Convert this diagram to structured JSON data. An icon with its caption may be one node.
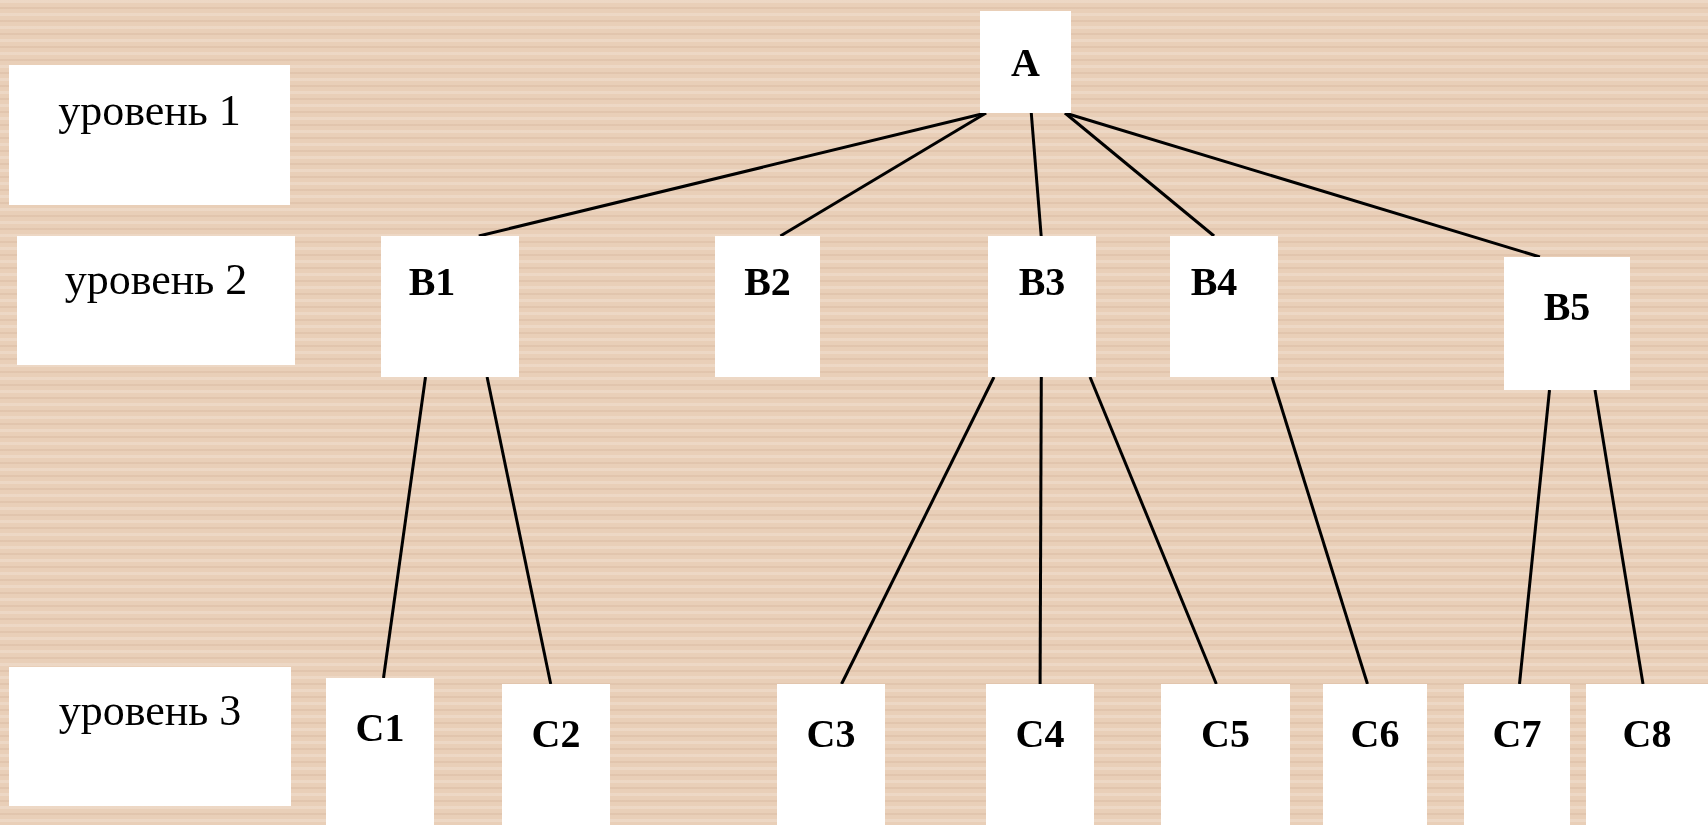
{
  "diagram": {
    "nodes": [
      {
        "text": [
          "уровень 1"
        ]
      },
      {
        "text": [
          "A"
        ]
      },
      {
        "text": [
          "уровень 2"
        ]
      },
      {
        "text": [
          "B1"
        ]
      },
      {
        "text": [
          "B2"
        ]
      },
      {
        "text": [
          "B3"
        ]
      },
      {
        "text": [
          "B4"
        ]
      },
      {
        "text": [
          "B5"
        ]
      },
      {
        "text": [
          "уровень 3"
        ]
      },
      {
        "text": [
          "C1"
        ]
      },
      {
        "text": [
          "C2"
        ]
      },
      {
        "text": [
          "C3"
        ]
      },
      {
        "text": [
          "C4"
        ]
      },
      {
        "text": [
          "C5"
        ]
      },
      {
        "text": [
          "C6"
        ]
      },
      {
        "text": [
          "C7"
        ]
      },
      {
        "text": [
          "C8"
        ]
      }
    ],
    "edges": [
      {
        "from": 1,
        "to": 3,
        "arrow": "none"
      },
      {
        "from": 1,
        "to": 4,
        "arrow": "none"
      },
      {
        "from": 1,
        "to": 5,
        "arrow": "none"
      },
      {
        "from": 1,
        "to": 6,
        "arrow": "none"
      },
      {
        "from": 1,
        "to": 7,
        "arrow": "none"
      },
      {
        "from": 3,
        "to": 9,
        "arrow": "none"
      },
      {
        "from": 3,
        "to": 10,
        "arrow": "none"
      },
      {
        "from": 5,
        "to": 11,
        "arrow": "none"
      },
      {
        "from": 5,
        "to": 12,
        "arrow": "none"
      },
      {
        "from": 5,
        "to": 13,
        "arrow": "none"
      },
      {
        "from": 6,
        "to": 14,
        "arrow": "none"
      },
      {
        "from": 7,
        "to": 15,
        "arrow": "none"
      },
      {
        "from": 7,
        "to": 16,
        "arrow": "none"
      }
    ]
  }
}
